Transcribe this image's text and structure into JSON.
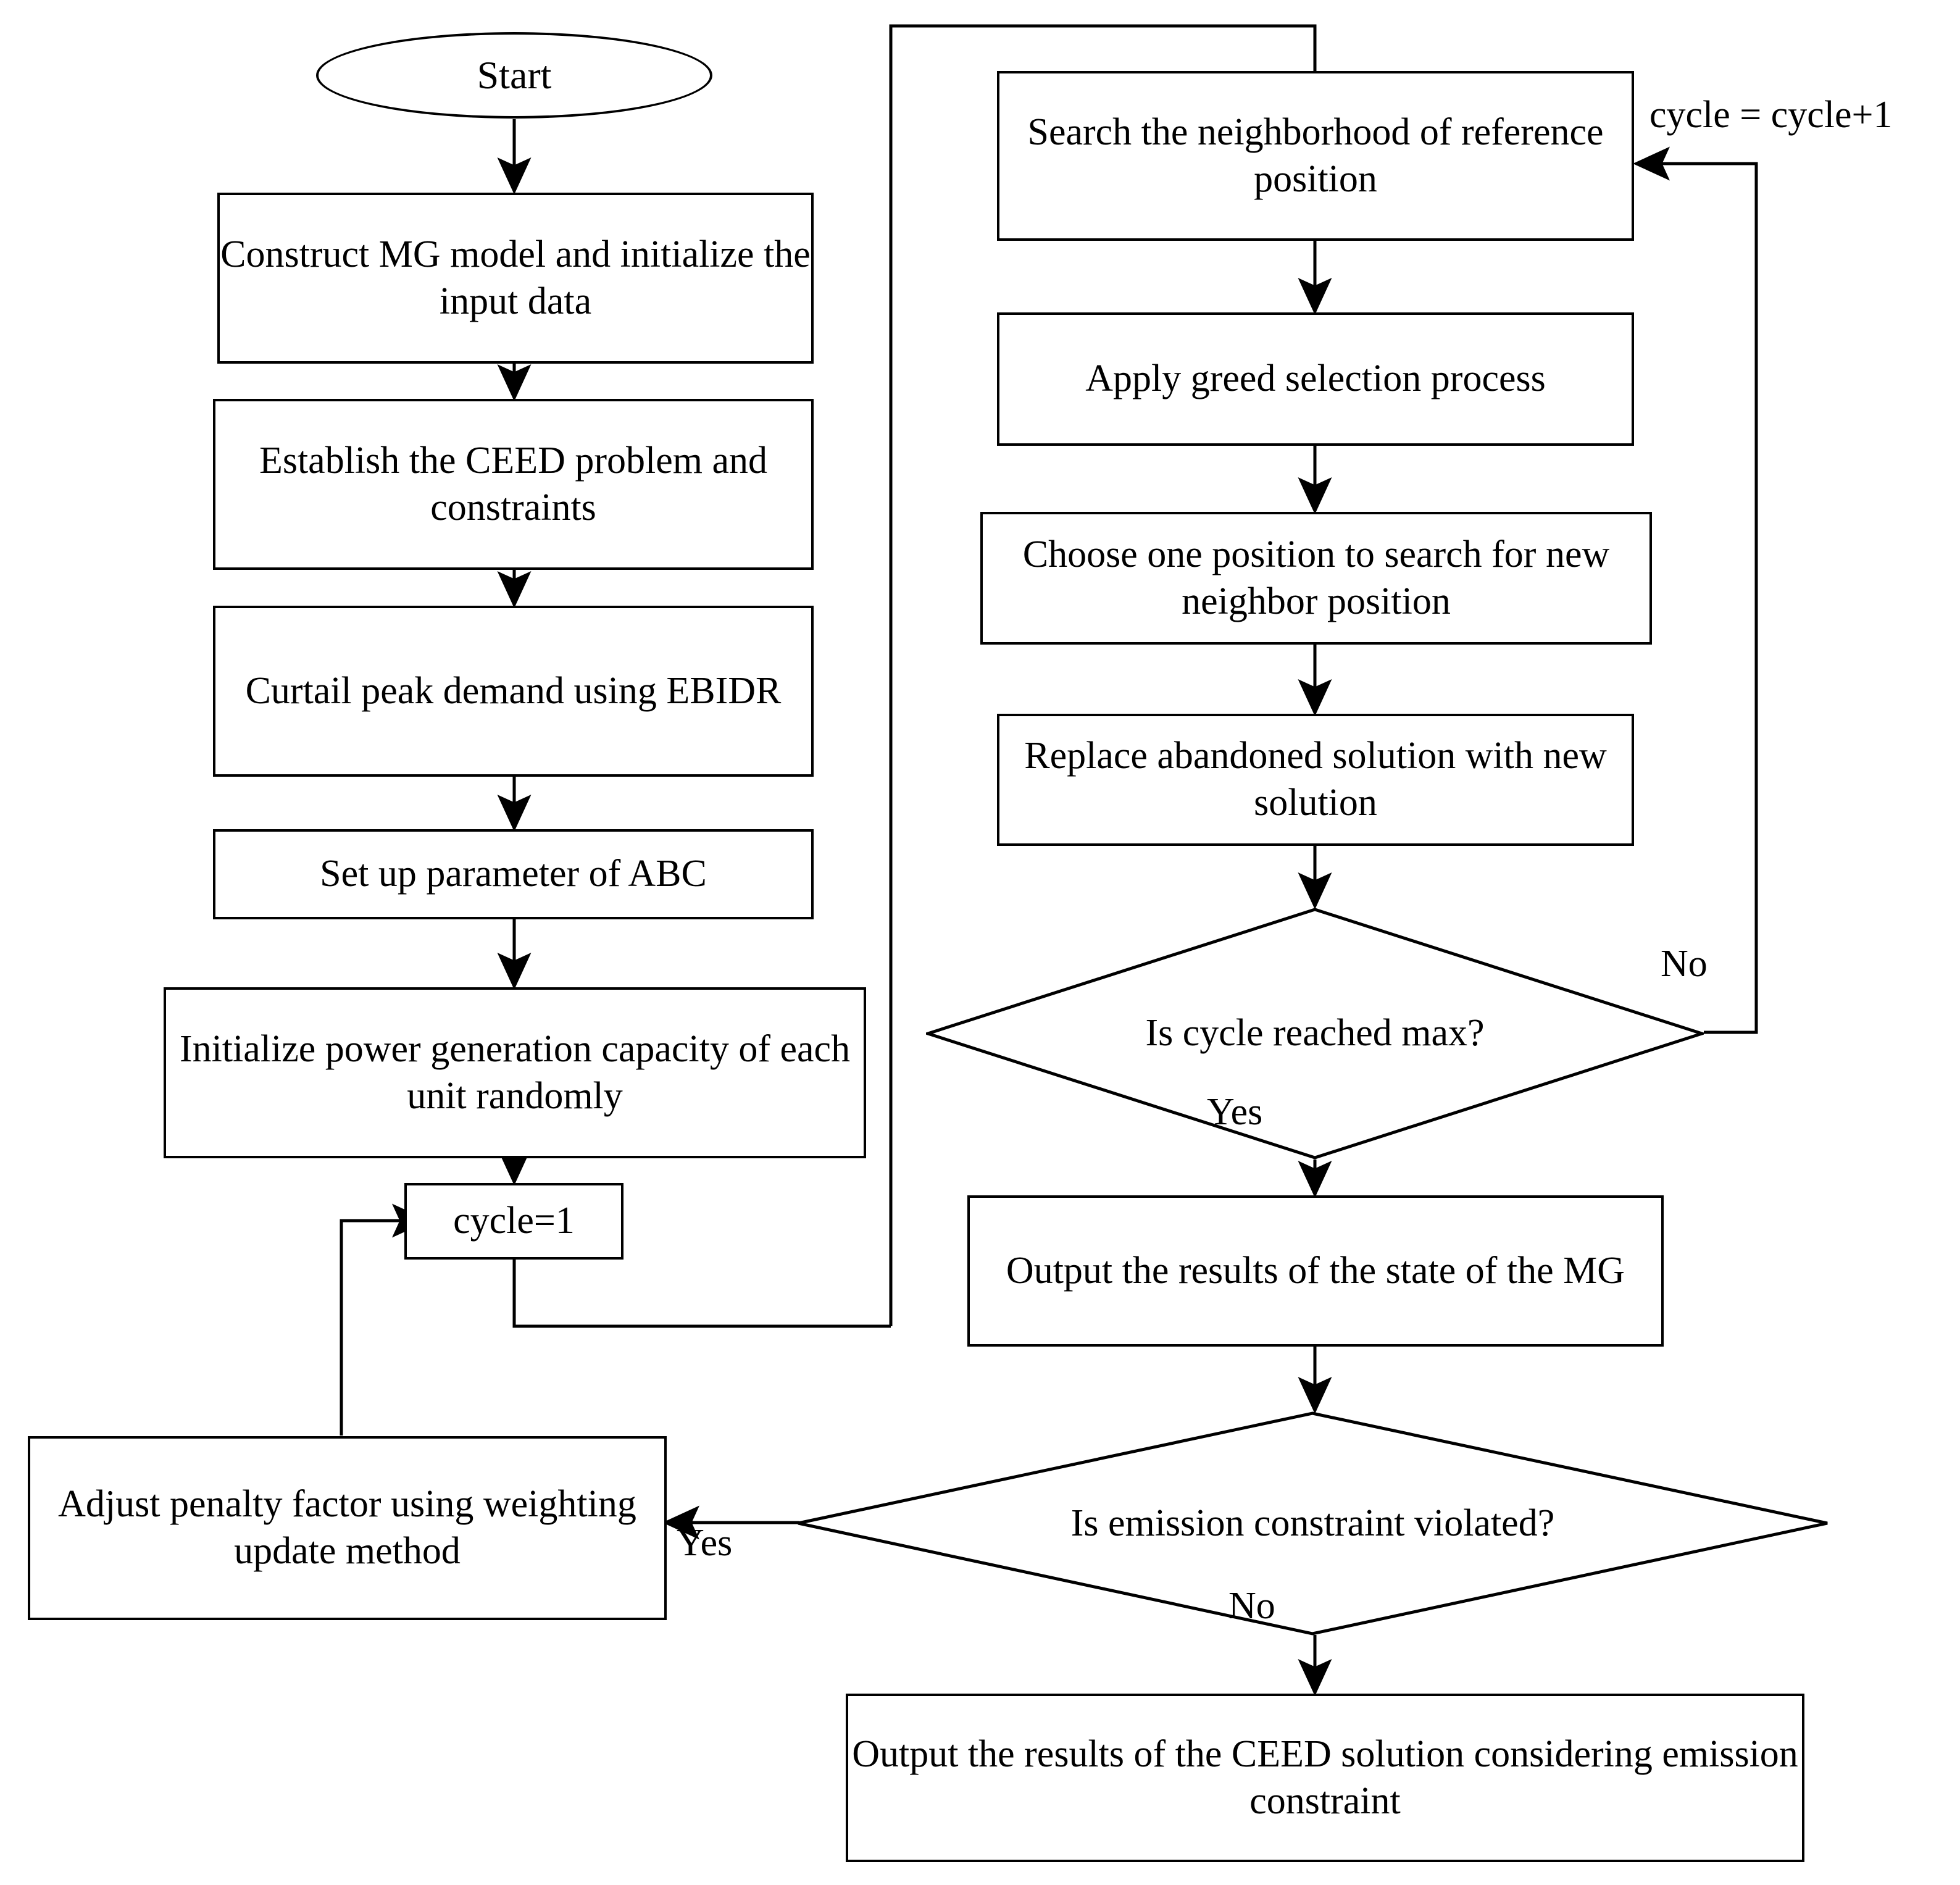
{
  "diagram": {
    "title": "CEED optimization flowchart with EBIDR and ABC algorithm",
    "line_color": "#000000",
    "fill_color": "#ffffff",
    "text_color": "#000000"
  },
  "nodes": {
    "start": {
      "label": "Start",
      "shape": "ellipse"
    },
    "construct_mg": {
      "label": "Construct MG model and initialize the input data",
      "shape": "process"
    },
    "establish_ceed": {
      "label": "Establish the CEED problem and constraints",
      "shape": "process"
    },
    "curtail_peak": {
      "label": "Curtail peak demand using EBIDR",
      "shape": "process"
    },
    "setup_abc": {
      "label": "Set up parameter of ABC",
      "shape": "process"
    },
    "init_power": {
      "label": "Initialize power generation capacity of each unit randomly",
      "shape": "process"
    },
    "cycle_init": {
      "label": "cycle=1",
      "shape": "process"
    },
    "adjust_penalty": {
      "label": "Adjust penalty factor using weighting update method",
      "shape": "process"
    },
    "search_neighborhood": {
      "label": "Search the neighborhood of reference position",
      "shape": "process"
    },
    "apply_greed": {
      "label": "Apply greed selection process",
      "shape": "process"
    },
    "choose_position": {
      "label": "Choose one position to search for new neighbor position",
      "shape": "process"
    },
    "replace_abandoned": {
      "label": "Replace abandoned solution with new solution",
      "shape": "process"
    },
    "cycle_max_check": {
      "label": "Is cycle reached max?",
      "shape": "decision"
    },
    "output_state": {
      "label": "Output the results of the state of the MG",
      "shape": "process"
    },
    "emission_check": {
      "label": "Is emission constraint violated?",
      "shape": "decision"
    },
    "output_ceed": {
      "label": "Output the results of the CEED solution considering emission constraint",
      "shape": "process"
    }
  },
  "edge_labels": {
    "cycle_increment": "cycle = cycle+1",
    "cycle_max_no": "No",
    "cycle_max_yes": "Yes",
    "emission_yes": "Yes",
    "emission_no": "No"
  },
  "flow": [
    {
      "from": "start",
      "to": "construct_mg",
      "label": ""
    },
    {
      "from": "construct_mg",
      "to": "establish_ceed",
      "label": ""
    },
    {
      "from": "establish_ceed",
      "to": "curtail_peak",
      "label": ""
    },
    {
      "from": "curtail_peak",
      "to": "setup_abc",
      "label": ""
    },
    {
      "from": "setup_abc",
      "to": "init_power",
      "label": ""
    },
    {
      "from": "init_power",
      "to": "cycle_init",
      "label": ""
    },
    {
      "from": "cycle_init",
      "to": "search_neighborhood",
      "label": ""
    },
    {
      "from": "search_neighborhood",
      "to": "apply_greed",
      "label": ""
    },
    {
      "from": "apply_greed",
      "to": "choose_position",
      "label": ""
    },
    {
      "from": "choose_position",
      "to": "replace_abandoned",
      "label": ""
    },
    {
      "from": "replace_abandoned",
      "to": "cycle_max_check",
      "label": ""
    },
    {
      "from": "cycle_max_check",
      "to": "search_neighborhood",
      "label": "No"
    },
    {
      "from": "cycle_max_check",
      "to": "output_state",
      "label": "Yes"
    },
    {
      "from": "output_state",
      "to": "emission_check",
      "label": ""
    },
    {
      "from": "emission_check",
      "to": "adjust_penalty",
      "label": "Yes"
    },
    {
      "from": "emission_check",
      "to": "output_ceed",
      "label": "No"
    },
    {
      "from": "adjust_penalty",
      "to": "cycle_init",
      "label": ""
    }
  ]
}
